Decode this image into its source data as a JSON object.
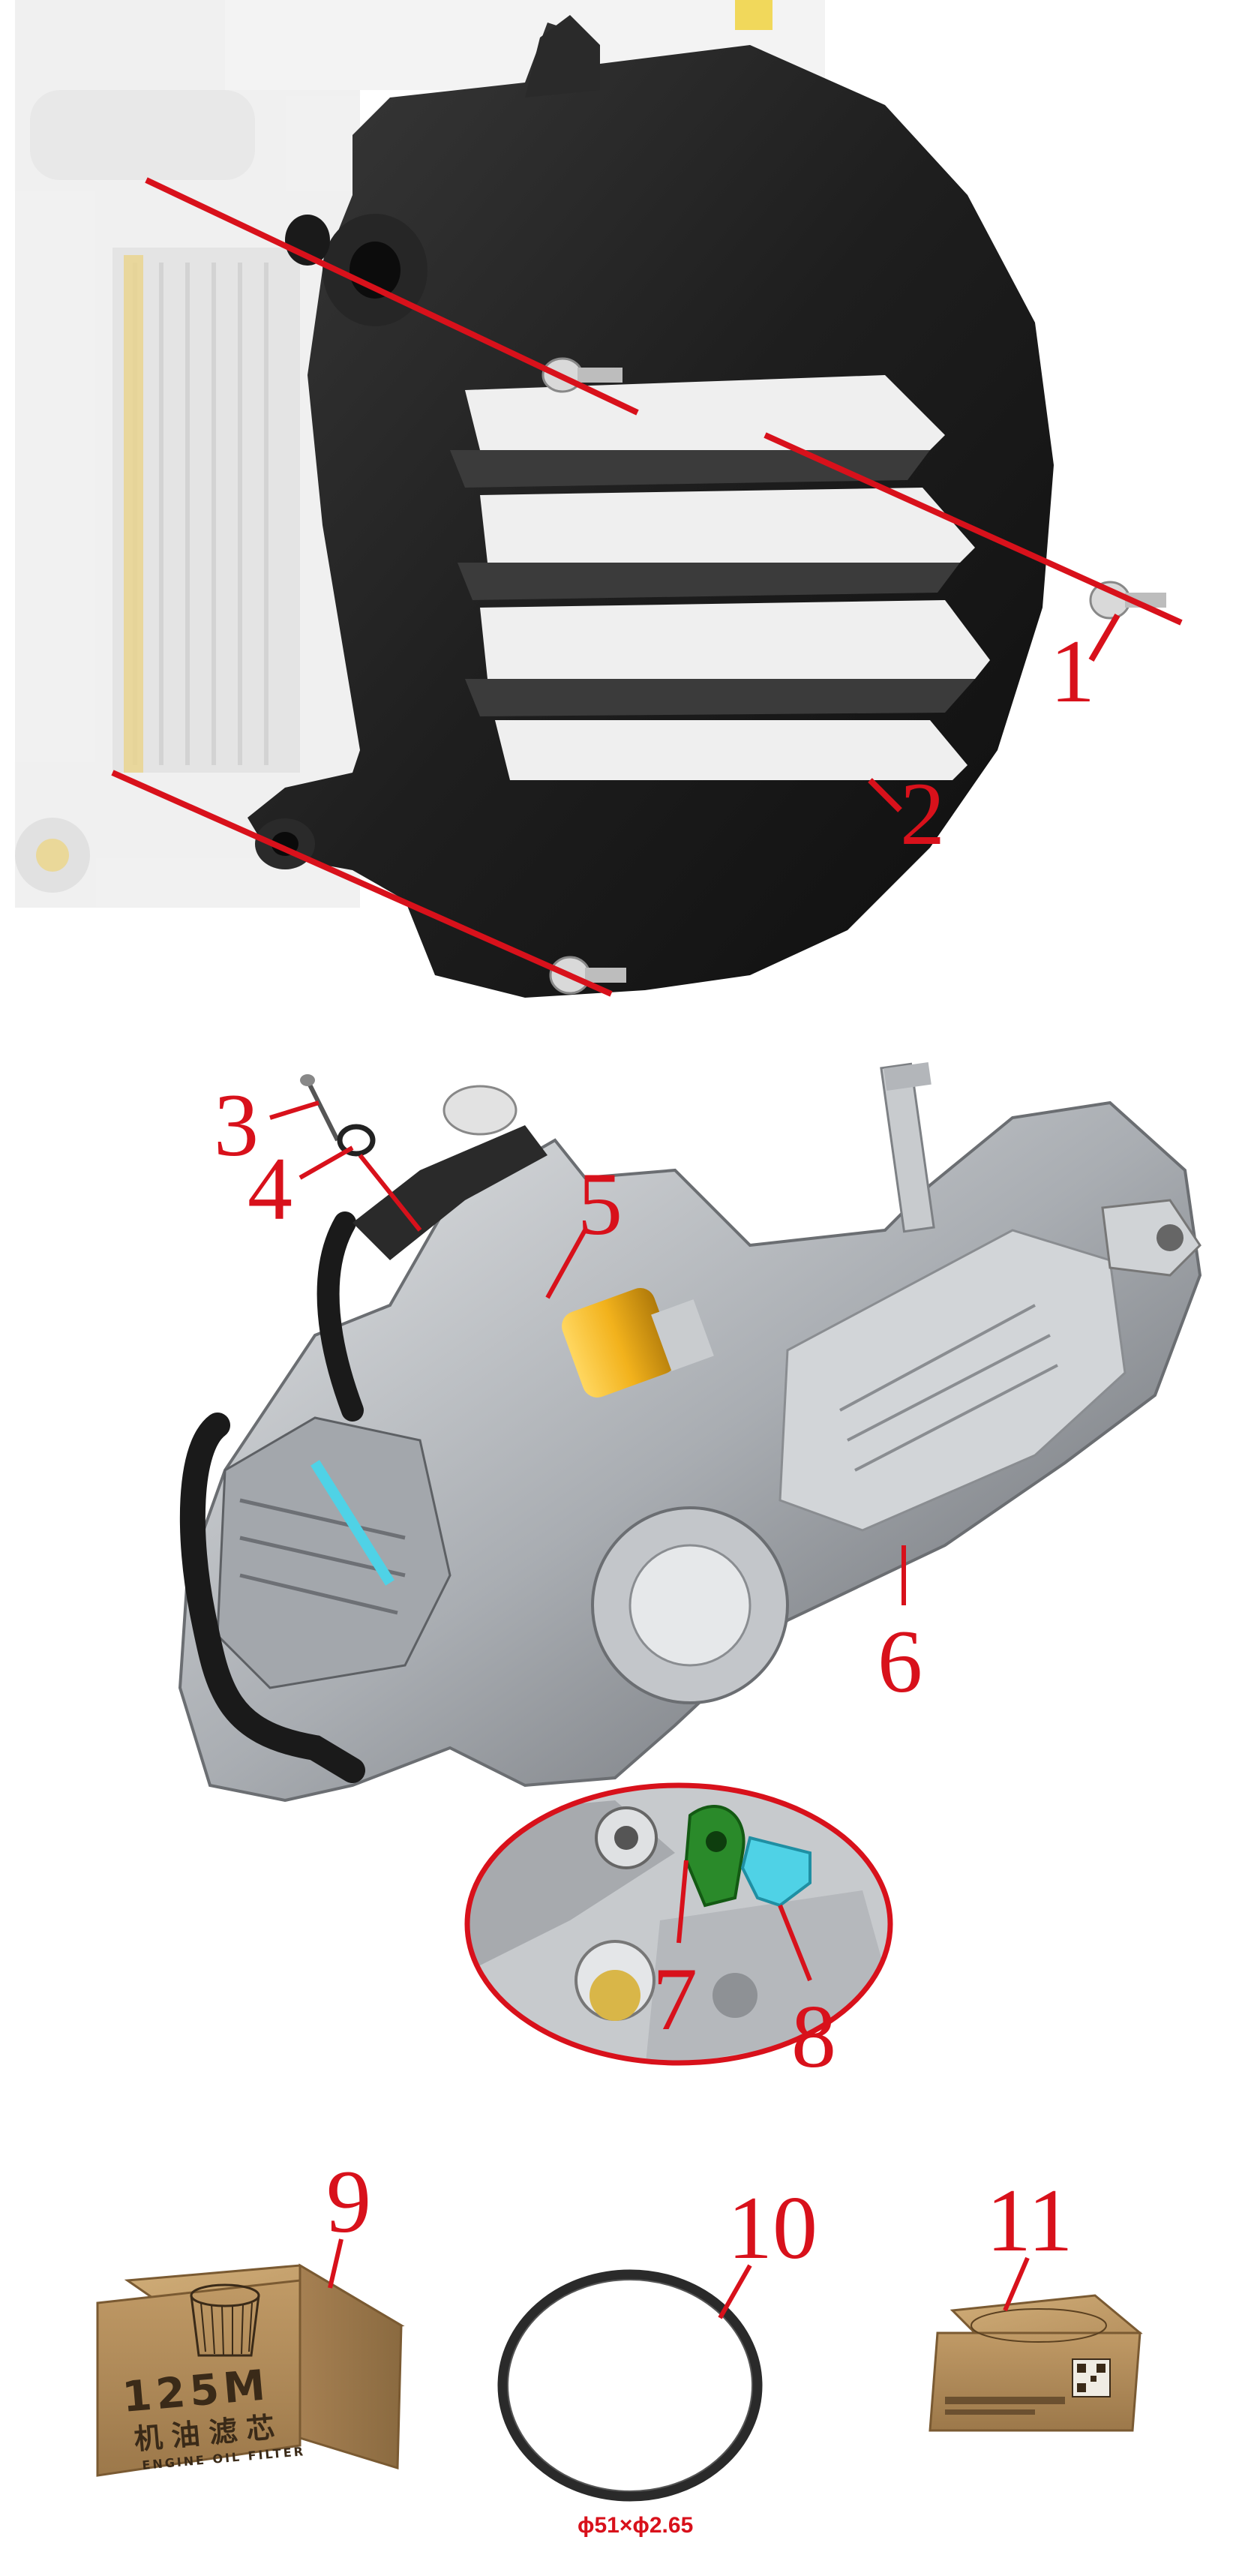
{
  "callouts": [
    {
      "id": "1",
      "label": "1",
      "part": "bolt"
    },
    {
      "id": "2",
      "label": "2",
      "part": "fan-shroud-cover"
    },
    {
      "id": "3",
      "label": "3",
      "part": "screw"
    },
    {
      "id": "4",
      "label": "4",
      "part": "washer-clip"
    },
    {
      "id": "5",
      "label": "5",
      "part": "starter-motor"
    },
    {
      "id": "6",
      "label": "6",
      "part": "engine-assembly"
    },
    {
      "id": "7",
      "label": "7",
      "part": "bracket"
    },
    {
      "id": "8",
      "label": "8",
      "part": "sensor-clip"
    },
    {
      "id": "9",
      "label": "9",
      "part": "oil-filter-box"
    },
    {
      "id": "10",
      "label": "10",
      "part": "o-ring"
    },
    {
      "id": "11",
      "label": "11",
      "part": "filter-pack"
    }
  ],
  "oring_spec": "ϕ51×ϕ2.65",
  "filter_box": {
    "brand": "125M",
    "name_cn": "机油滤芯",
    "name_en": "ENGINE OIL FILTER"
  },
  "colors": {
    "callout_red": "#d8111b",
    "cover_black": "#1c1c1c",
    "engine_silver": "#b9bdc1",
    "cardboard": "#b08a58",
    "bracket_green": "#2a8a2a",
    "clip_cyan": "#4fd2e6",
    "starter_yellow": "#f2b21c"
  }
}
